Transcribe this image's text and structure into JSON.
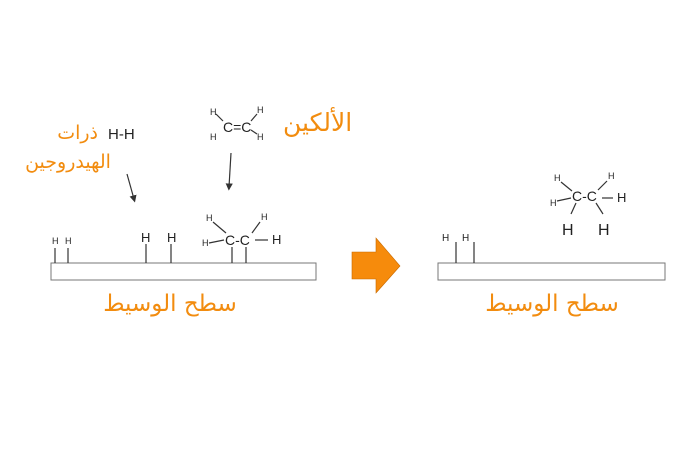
{
  "labels": {
    "hydrogen_atoms_line1": "ذرات",
    "hydrogen_atoms_line2": "الهيدروجين",
    "alkene": "الألكين",
    "catalyst_surface_left": "سطح الوسيط",
    "catalyst_surface_right": "سطح الوسيط"
  },
  "molecules": {
    "hydrogen": "H-H",
    "ethylene_core": "C=C",
    "adsorbed_core": "C-C",
    "ethane_core": "C-C",
    "h": "H"
  },
  "colors": {
    "accent": "#f28c0f",
    "ink": "#222222"
  }
}
